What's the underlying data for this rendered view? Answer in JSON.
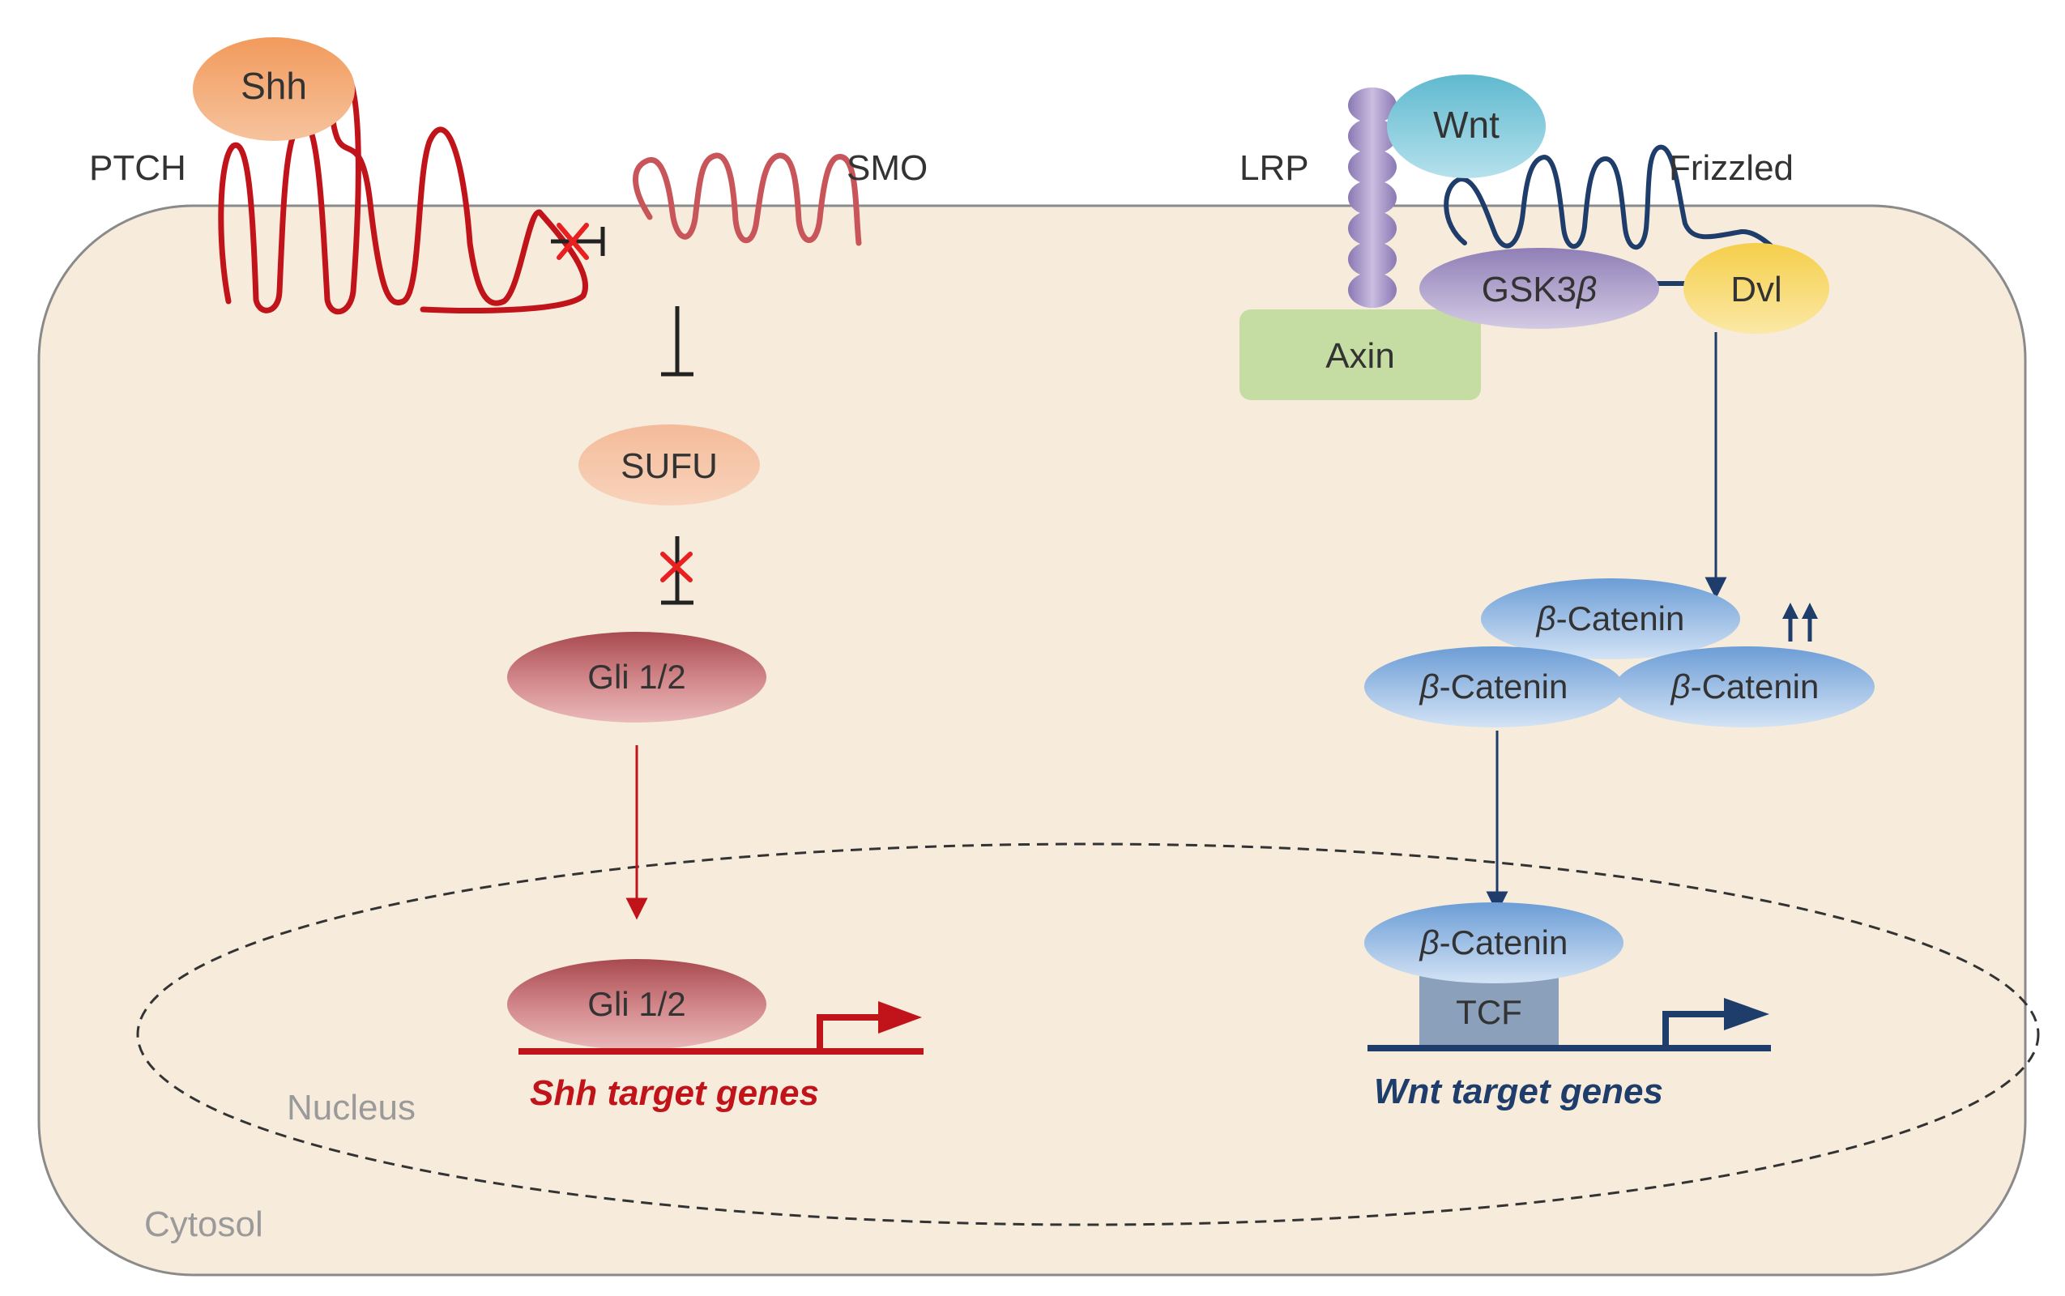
{
  "compartments": {
    "cytosol": "Cytosol",
    "nucleus": "Nucleus"
  },
  "shh_pathway": {
    "ligand": "Shh",
    "receptor": "PTCH",
    "smoothened": "SMO",
    "sufu": "SUFU",
    "gli_cytosol": "Gli 1/2",
    "gli_nucleus": "Gli 1/2",
    "target_genes": "Shh target genes"
  },
  "wnt_pathway": {
    "ligand": "Wnt",
    "coreceptor": "LRP",
    "receptor": "Frizzled",
    "gsk_prefix": "GSK3",
    "gsk_greek": "β",
    "dishevelled": "Dvl",
    "axin": "Axin",
    "catenin_greek": "β",
    "catenin_suffix": "-Catenin",
    "tcf": "TCF",
    "target_genes": "Wnt target genes"
  },
  "colors": {
    "shh_red": "#c0141a",
    "wnt_navy": "#1f3d6b",
    "cell_fill": "#f7ecdc",
    "cell_border": "#8a8a8a"
  }
}
